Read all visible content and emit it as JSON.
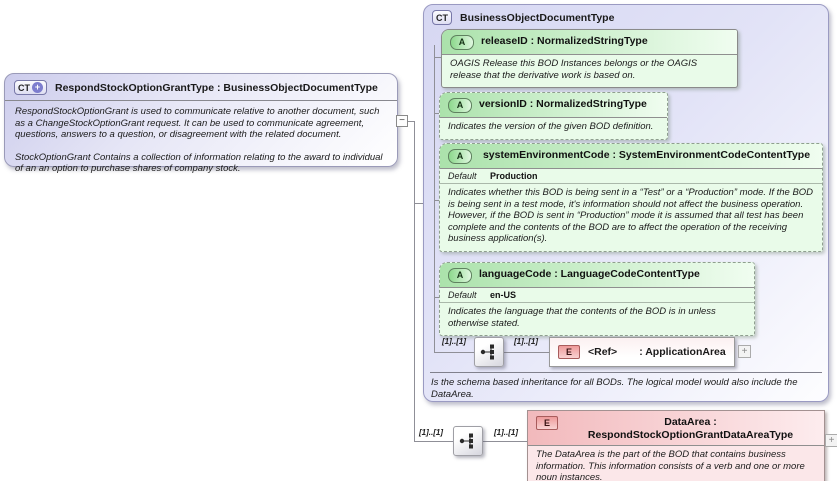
{
  "colors": {
    "container_fill": "#d9daf3",
    "container_border": "#9a9ac2",
    "attribute_header_green": "#abe2ab",
    "attribute_body_green": "#e9fbe9",
    "element_header_pink": "#f2b9bc",
    "element_body_pink": "#fbe7e9",
    "connector_line": "#8f8f97"
  },
  "left_box": {
    "badge": "CT",
    "badge_plus": "+",
    "collapse_glyph": "−",
    "title": "RespondStockOptionGrantType : BusinessObjectDocumentType",
    "description_1": "RespondStockOptionGrant is used to communicate relative to another document, such as a ChangeStockOptionGrant request. It can be used to communicate agreement, questions, answers to a question, or disagreement with the related document.",
    "description_2": "StockOptionGrant  Contains a collection of information relating to the award to individual of an an option to purchase shares of company stock."
  },
  "container": {
    "badge": "CT",
    "title": "BusinessObjectDocumentType",
    "attributes": [
      {
        "badge": "A",
        "title": "releaseID : NormalizedStringType",
        "description": "OAGIS Release this BOD Instances belongs or the OAGIS release that the derivative work is based on."
      },
      {
        "badge": "A",
        "title": "versionID : NormalizedStringType",
        "description": "Indicates the version of the given BOD definition."
      },
      {
        "badge": "A",
        "title": "systemEnvironmentCode : SystemEnvironmentCodeContentType",
        "default_label": "Default",
        "default_value": "Production",
        "description": "Indicates whether this BOD is being sent in a “Test” or a “Production” mode. If the BOD is being sent in a test mode, it's information should not affect the business operation. However, if the BOD is sent in “Production” mode it is assumed that all test has been complete and the contents of the BOD are to affect the operation of the receiving business application(s)."
      },
      {
        "badge": "A",
        "title": "languageCode : LanguageCodeContentType",
        "default_label": "Default",
        "default_value": "en-US",
        "description": "Indicates the language that the contents of the BOD is in unless otherwise stated."
      }
    ],
    "sequence_row": {
      "cardinality_left": "[1]..[1]",
      "cardinality_right": "[1]..[1]",
      "element": {
        "badge": "E",
        "ref_label": "<Ref>",
        "type_label": ": ApplicationArea",
        "expand_glyph": "+"
      }
    },
    "footer_note": "Is the schema based inheritance for all BODs. The logical model would also include the DataArea."
  },
  "data_area_row": {
    "cardinality_left": "[1]..[1]",
    "cardinality_right": "[1]..[1]",
    "element": {
      "badge": "E",
      "title": "DataArea : RespondStockOptionGrantDataAreaType",
      "description": "The DataArea is the part of the BOD that contains business information. This information consists of a verb and one or more noun instances.",
      "expand_glyph": "+"
    }
  }
}
